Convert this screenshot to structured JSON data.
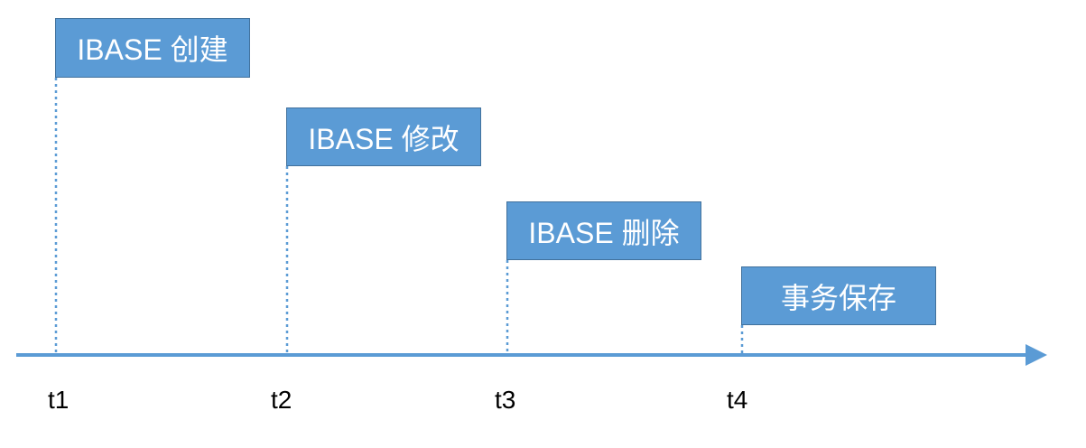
{
  "diagram": {
    "accent_color": "#5b9bd5",
    "border_color": "#41719c",
    "events": [
      {
        "time": "t1",
        "label": "IBASE 创建"
      },
      {
        "time": "t2",
        "label": "IBASE 修改"
      },
      {
        "time": "t3",
        "label": "IBASE 删除"
      },
      {
        "time": "t4",
        "label": "事务保存"
      }
    ]
  }
}
